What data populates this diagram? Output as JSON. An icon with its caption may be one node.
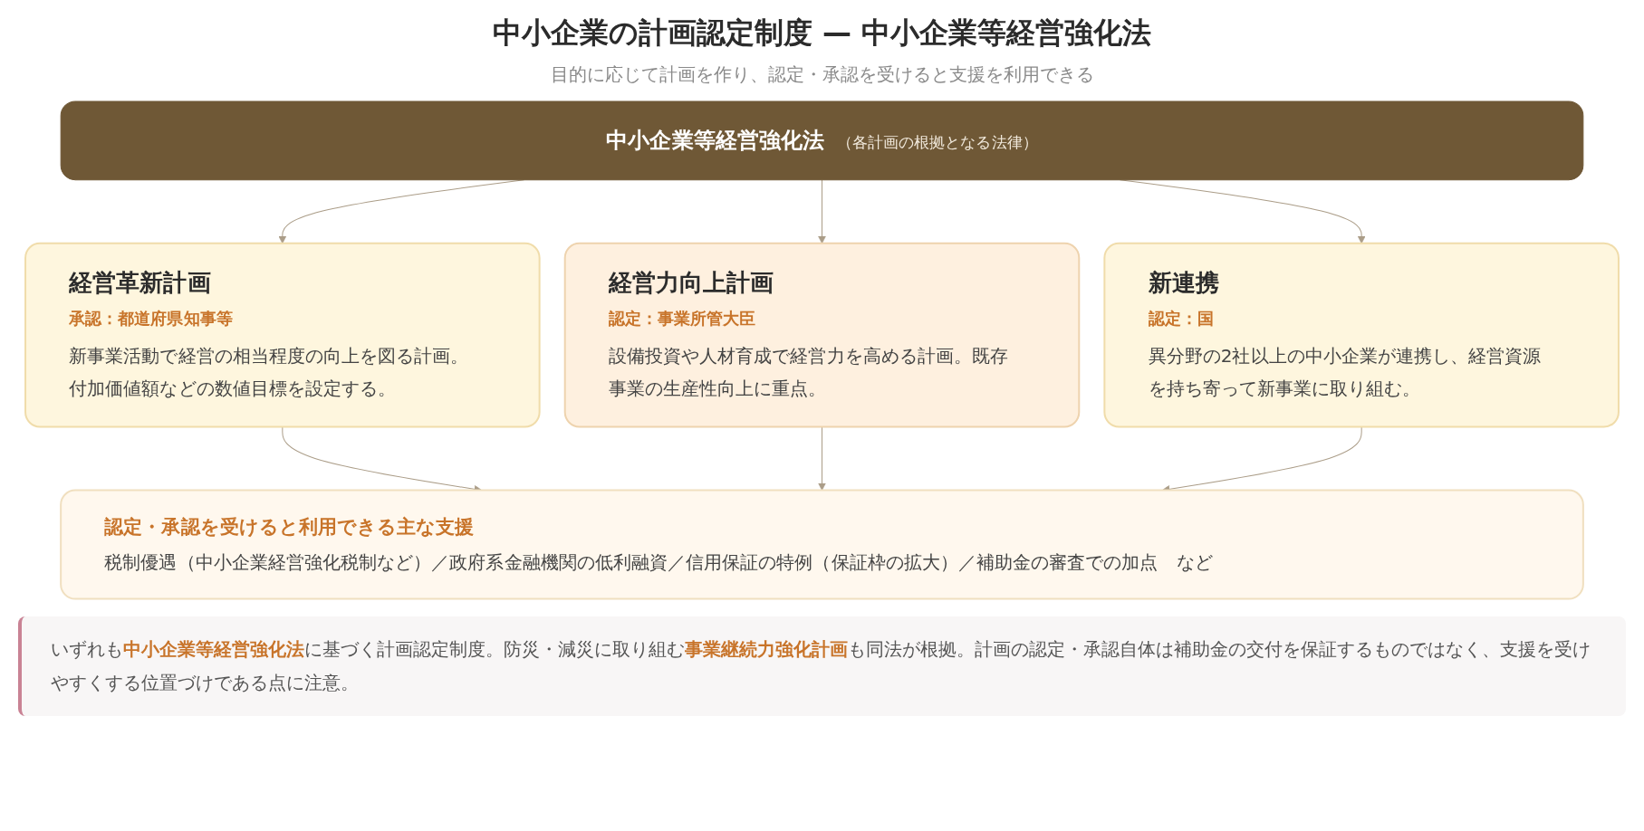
{
  "diagram": {
    "title": "中小企業の計画認定制度 — 中小企業等経営強化法",
    "nodes": [
      {
        "text": [
          "中小企業等経営強化法",
          "（各計画の根拠となる法律）"
        ]
      },
      {
        "text": [
          "経営革新計画",
          "承認：都道府県知事等",
          "新事業活動で経営の相当程度の向上を図る計画。付加価値額などの数値目標を設定する。"
        ]
      },
      {
        "text": [
          "経営力向上計画",
          "認定：事業所管大臣",
          "設備投資や人材育成で経営力を高める計画。既存事業の生産性向上に重点。"
        ]
      },
      {
        "text": [
          "新連携",
          "認定：国",
          "異分野の2社以上の中小企業が連携し、経営資源を持ち寄って新事業に取り組む。"
        ]
      },
      {
        "text": [
          "認定・承認を受けると利用できる主な支援",
          "税制優遇（中小企業経営強化税制など）／政府系金融機関の低利融資／信用保証の特例（保証枠の拡大）／補助金の審査での加点　など"
        ]
      }
    ],
    "edges": [
      {
        "from": 0,
        "to": 1,
        "arrow": "to"
      },
      {
        "from": 0,
        "to": 2,
        "arrow": "to"
      },
      {
        "from": 0,
        "to": 3,
        "arrow": "to"
      },
      {
        "from": 1,
        "to": 4,
        "arrow": "to"
      },
      {
        "from": 2,
        "to": 4,
        "arrow": "to"
      },
      {
        "from": 3,
        "to": 4,
        "arrow": "to"
      }
    ],
    "labels": [
      "目的に応じて計画を作り、認定・承認を受けると支援を利用できる",
      "いずれも**中小企業等経営強化法**に基づく計画認定制度。防災・減災に取り組む**事業継続力強化計画**も同法が根拠。計画の認定・承認自体は補助金の交付を保証するものではなく、支援を受けやすくする位置づけである点に注意。"
    ]
  }
}
